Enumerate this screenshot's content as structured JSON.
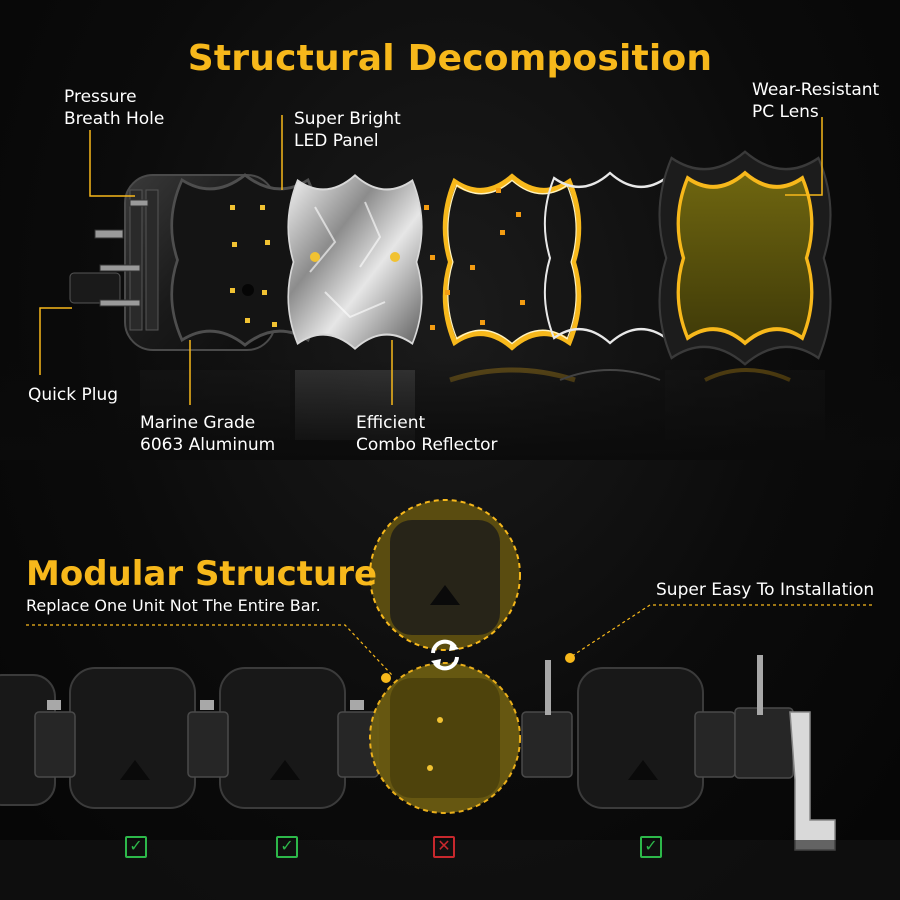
{
  "header": {
    "title": "Structural Decomposition"
  },
  "labels": {
    "pressure_line1": "Pressure",
    "pressure_line2": "Breath Hole",
    "led_line1": "Super Bright",
    "led_line2": "LED Panel",
    "lens_line1": "Wear-Resistant",
    "lens_line2": "PC Lens",
    "quick_plug": "Quick Plug",
    "aluminum_line1": "Marine Grade",
    "aluminum_line2": "6063 Aluminum",
    "reflector_line1": "Efficient",
    "reflector_line2": "Combo Reflector"
  },
  "modular": {
    "title": "Modular Structure",
    "subtitle": "Replace One Unit Not The Entire Bar.",
    "install": "Super Easy To Installation"
  },
  "badges": [
    {
      "status": "ok",
      "glyph": "✓"
    },
    {
      "status": "ok",
      "glyph": "✓"
    },
    {
      "status": "no",
      "glyph": "✕"
    },
    {
      "status": "ok",
      "glyph": "✓"
    }
  ],
  "colors": {
    "accent": "#f7b81b",
    "ok": "#2db84a",
    "bad": "#c7282d",
    "lens_tint": "#8a7a12"
  }
}
